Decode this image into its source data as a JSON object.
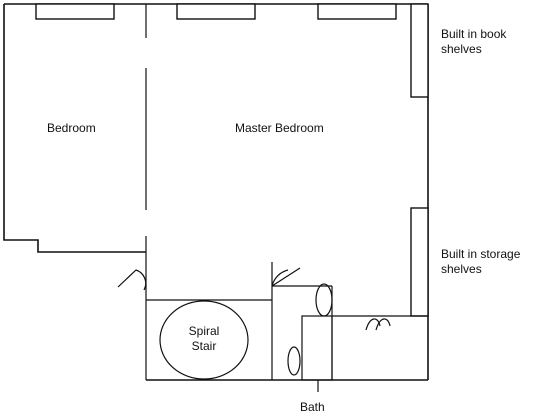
{
  "rooms": {
    "bedroom": "Bedroom",
    "master_bedroom": "Master Bedroom",
    "spiral_stair_line1": "Spiral",
    "spiral_stair_line2": "Stair",
    "bath": "Bath"
  },
  "callouts": {
    "book_shelves_line1": "Built in book",
    "book_shelves_line2": "shelves",
    "storage_shelves_line1": "Built in storage",
    "storage_shelves_line2": "shelves"
  },
  "colors": {
    "line": "#111111",
    "background": "#ffffff"
  }
}
